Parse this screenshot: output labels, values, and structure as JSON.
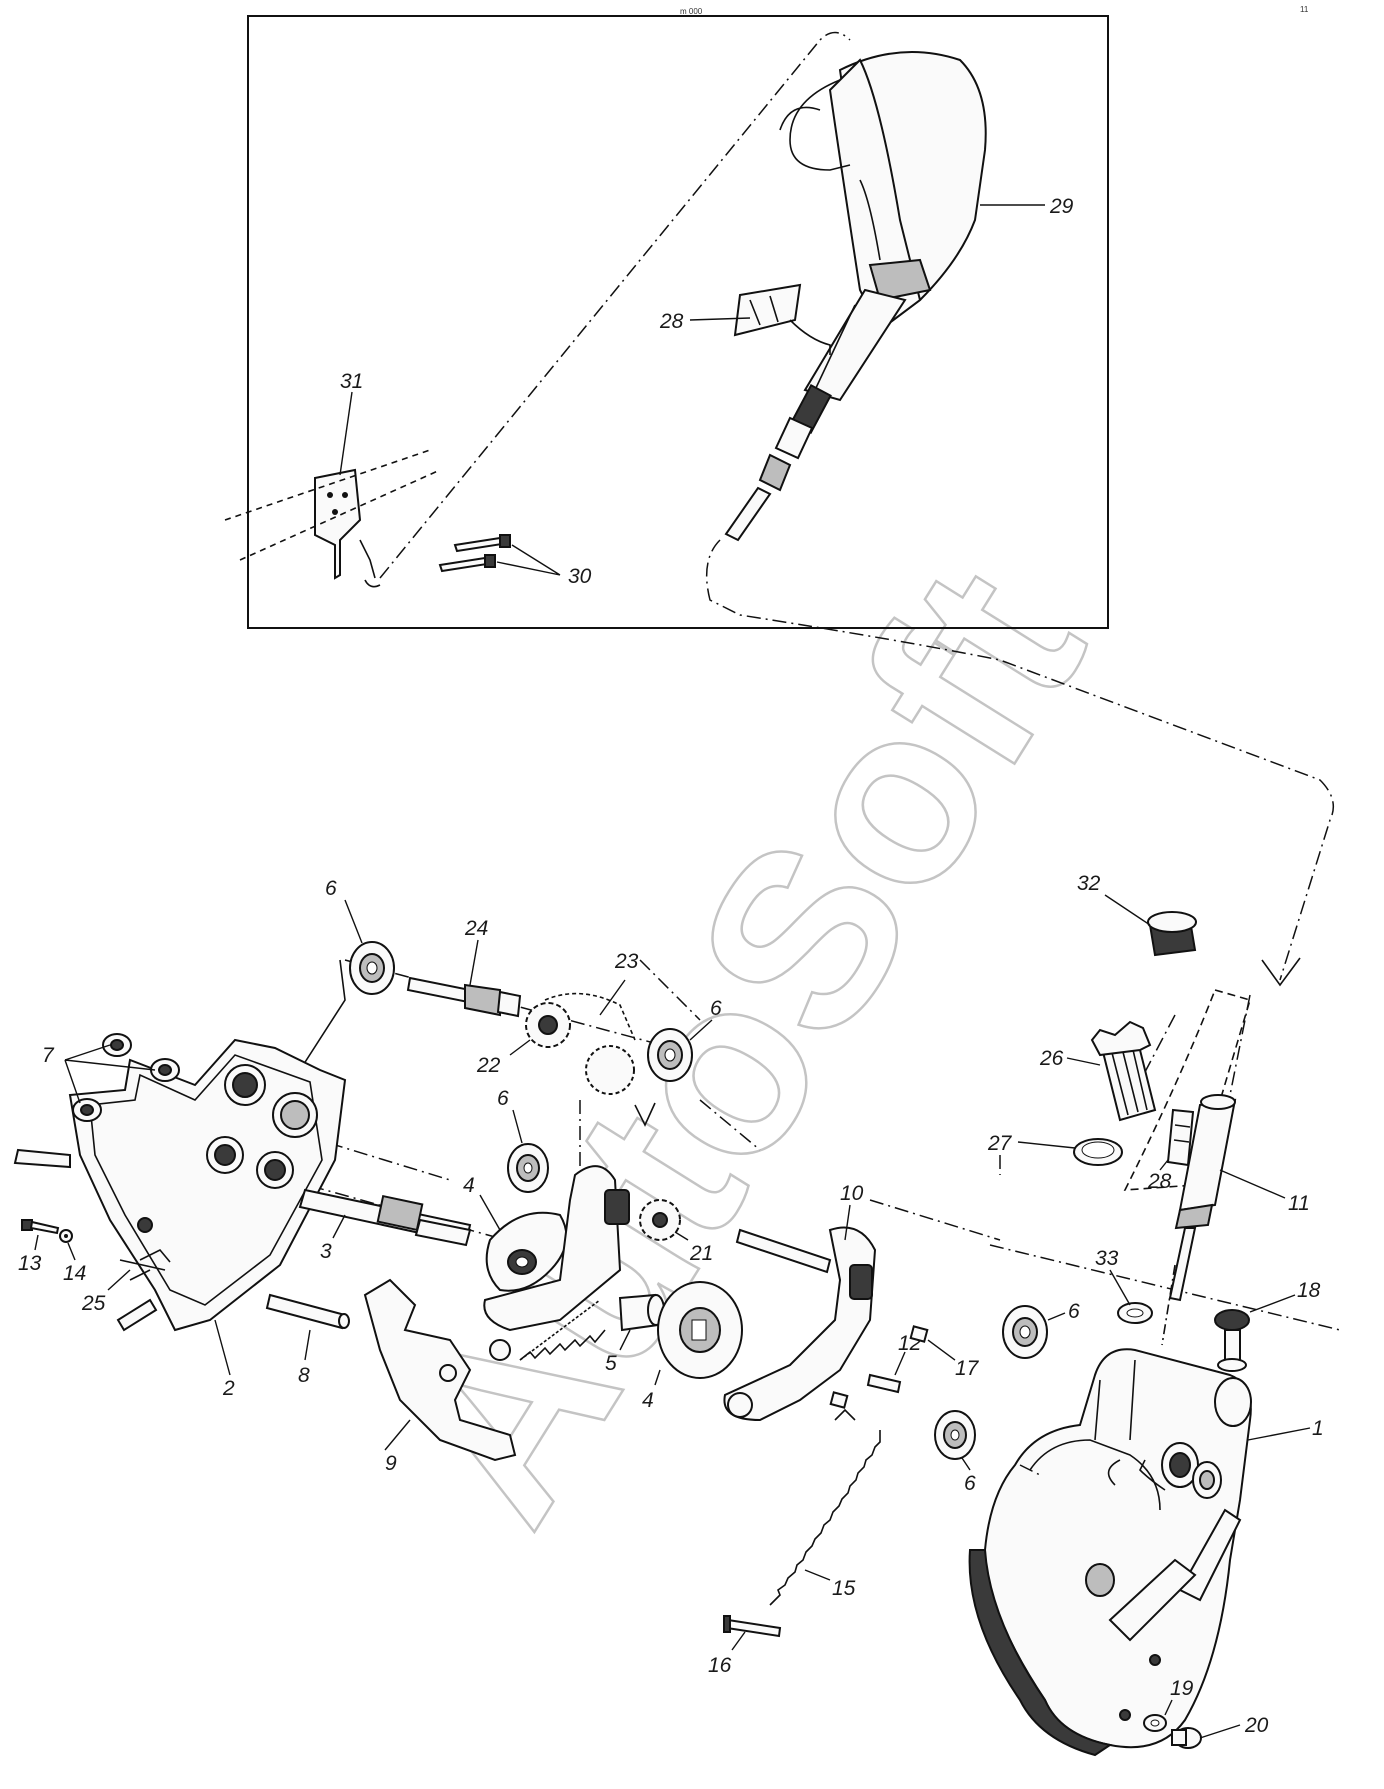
{
  "header": {
    "page_mark": "m 000",
    "corner_mark": "11"
  },
  "watermark": {
    "text": "AutoSoft"
  },
  "labels": {
    "l1": "1",
    "l2": "2",
    "l3": "3",
    "l4a": "4",
    "l4b": "4",
    "l5": "5",
    "l6a": "6",
    "l6b": "6",
    "l6c": "6",
    "l6d": "6",
    "l6e": "6",
    "l7": "7",
    "l8": "8",
    "l9": "9",
    "l10": "10",
    "l11": "11",
    "l12": "12",
    "l13": "13",
    "l14": "14",
    "l15": "15",
    "l16": "16",
    "l17": "17",
    "l18": "18",
    "l19": "19",
    "l20": "20",
    "l21": "21",
    "l22": "22",
    "l23": "23",
    "l24": "24",
    "l25": "25",
    "l26": "26",
    "l27": "27",
    "l28a": "28",
    "l28b": "28",
    "l29": "29",
    "l30": "30",
    "l31": "31",
    "l32": "32",
    "l33": "33"
  }
}
